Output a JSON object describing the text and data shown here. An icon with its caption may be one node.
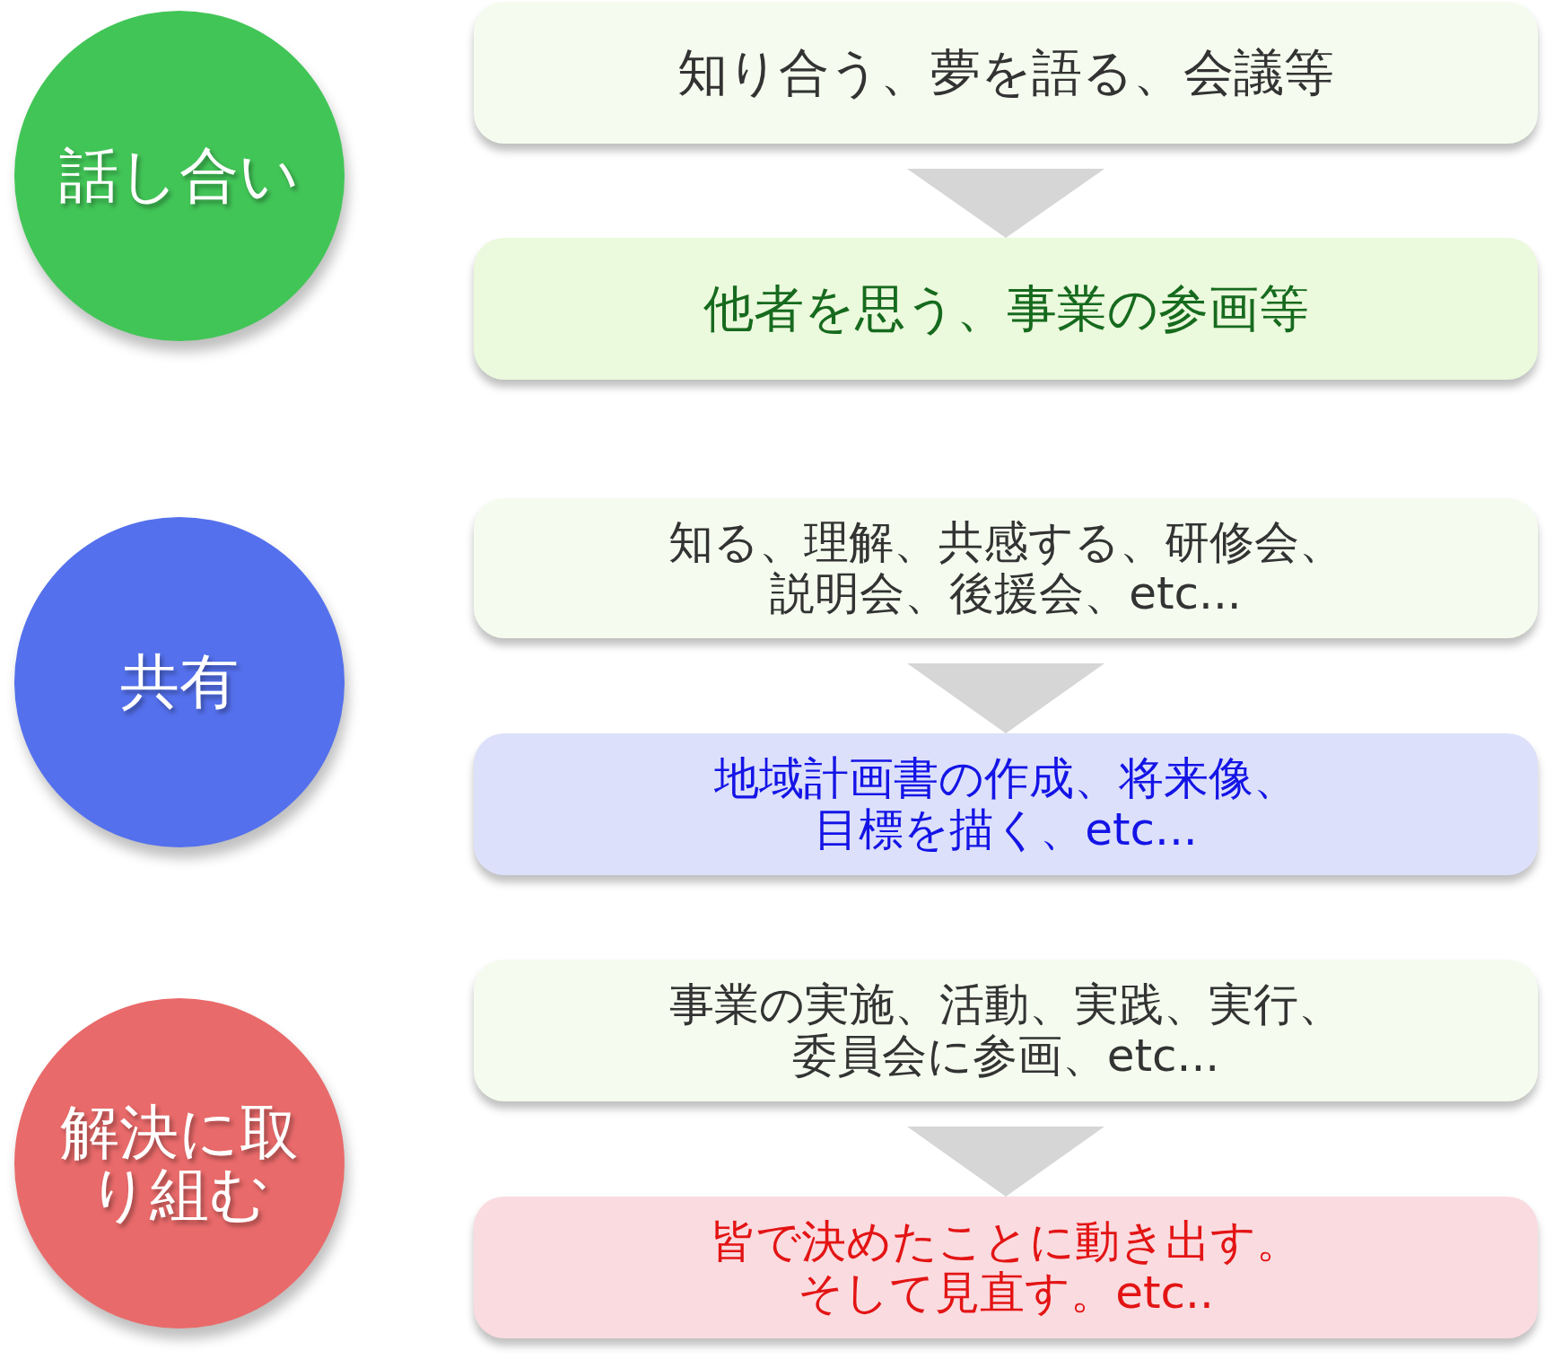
{
  "diagram": {
    "nodes": [
      {
        "text": [
          "話し合い"
        ]
      },
      {
        "text": [
          "知り合う、夢を語る、会議等"
        ]
      },
      {
        "text": [
          "他者を思う、事業の参画等"
        ]
      },
      {
        "text": [
          "共有"
        ]
      },
      {
        "text": [
          "知る、理解、共感する、研修会、説明会、後援会、etc..."
        ]
      },
      {
        "text": [
          "地域計画書の作成、将来像、目標を描く、etc..."
        ]
      },
      {
        "text": [
          "解決に取り組む"
        ]
      },
      {
        "text": [
          "事業の実施、活動、実践、実行、委員会に参画、etc..."
        ]
      },
      {
        "text": [
          "皆で決めたことに動き出す。そして見直す。etc.."
        ]
      }
    ],
    "edges": [
      {
        "from": 1,
        "to": 2,
        "arrow": "to"
      },
      {
        "from": 4,
        "to": 5,
        "arrow": "to"
      },
      {
        "from": 7,
        "to": 8,
        "arrow": "to"
      }
    ]
  }
}
